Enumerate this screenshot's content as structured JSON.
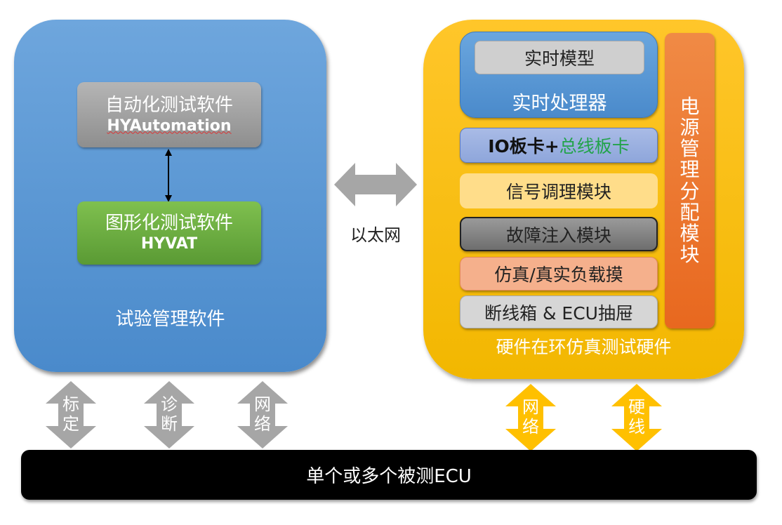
{
  "software": {
    "title": "试验管理软件",
    "automation": {
      "name_cn": "自动化测试软件",
      "name_en": "HYAutomation"
    },
    "graphical": {
      "name_cn": "图形化测试软件",
      "name_en": "HYVAT"
    }
  },
  "link": {
    "label": "以太网"
  },
  "hardware": {
    "title": "硬件在环仿真测试硬件",
    "processor": {
      "model": "实时模型",
      "label": "实时处理器"
    },
    "io": {
      "part1": "IO板卡+",
      "part2": "总线板卡"
    },
    "signal": "信号调理模块",
    "fault": "故障注入模块",
    "load": "仿真/真实负载摸",
    "breakout": "断线箱 & ECU抽屉",
    "power": [
      "电",
      "源",
      "管",
      "理",
      "分",
      "配",
      "模",
      "块"
    ]
  },
  "interfaces_software": [
    {
      "c1": "标",
      "c2": "定"
    },
    {
      "c1": "诊",
      "c2": "断"
    },
    {
      "c1": "网",
      "c2": "络"
    }
  ],
  "interfaces_hardware": [
    {
      "c1": "网",
      "c2": "络"
    },
    {
      "c1": "硬",
      "c2": "线"
    }
  ],
  "ecu": {
    "label": "单个或多个被测ECU"
  },
  "colors": {
    "blue": "#5b9bd5",
    "yellow": "#ffc000",
    "green": "#70ad47",
    "orange": "#ed7d31",
    "arrow_gray": "#a6a6a6"
  }
}
